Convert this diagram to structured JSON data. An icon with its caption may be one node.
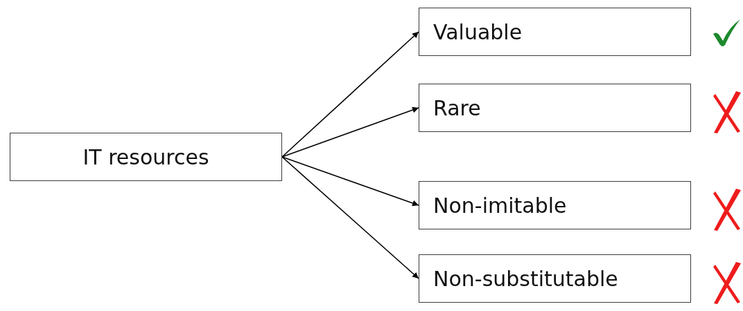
{
  "diagram": {
    "nodes": [
      {
        "text": [
          "IT resources"
        ]
      },
      {
        "text": [
          "Valuable"
        ]
      },
      {
        "text": [
          "Rare"
        ]
      },
      {
        "text": [
          "Non-imitable"
        ]
      },
      {
        "text": [
          "Non-substitutable"
        ]
      }
    ],
    "edges": [
      {
        "from": 0,
        "to": 1,
        "arrow": "to"
      },
      {
        "from": 0,
        "to": 2,
        "arrow": "to"
      },
      {
        "from": 0,
        "to": 3,
        "arrow": "to"
      },
      {
        "from": 0,
        "to": 4,
        "arrow": "to"
      }
    ]
  }
}
